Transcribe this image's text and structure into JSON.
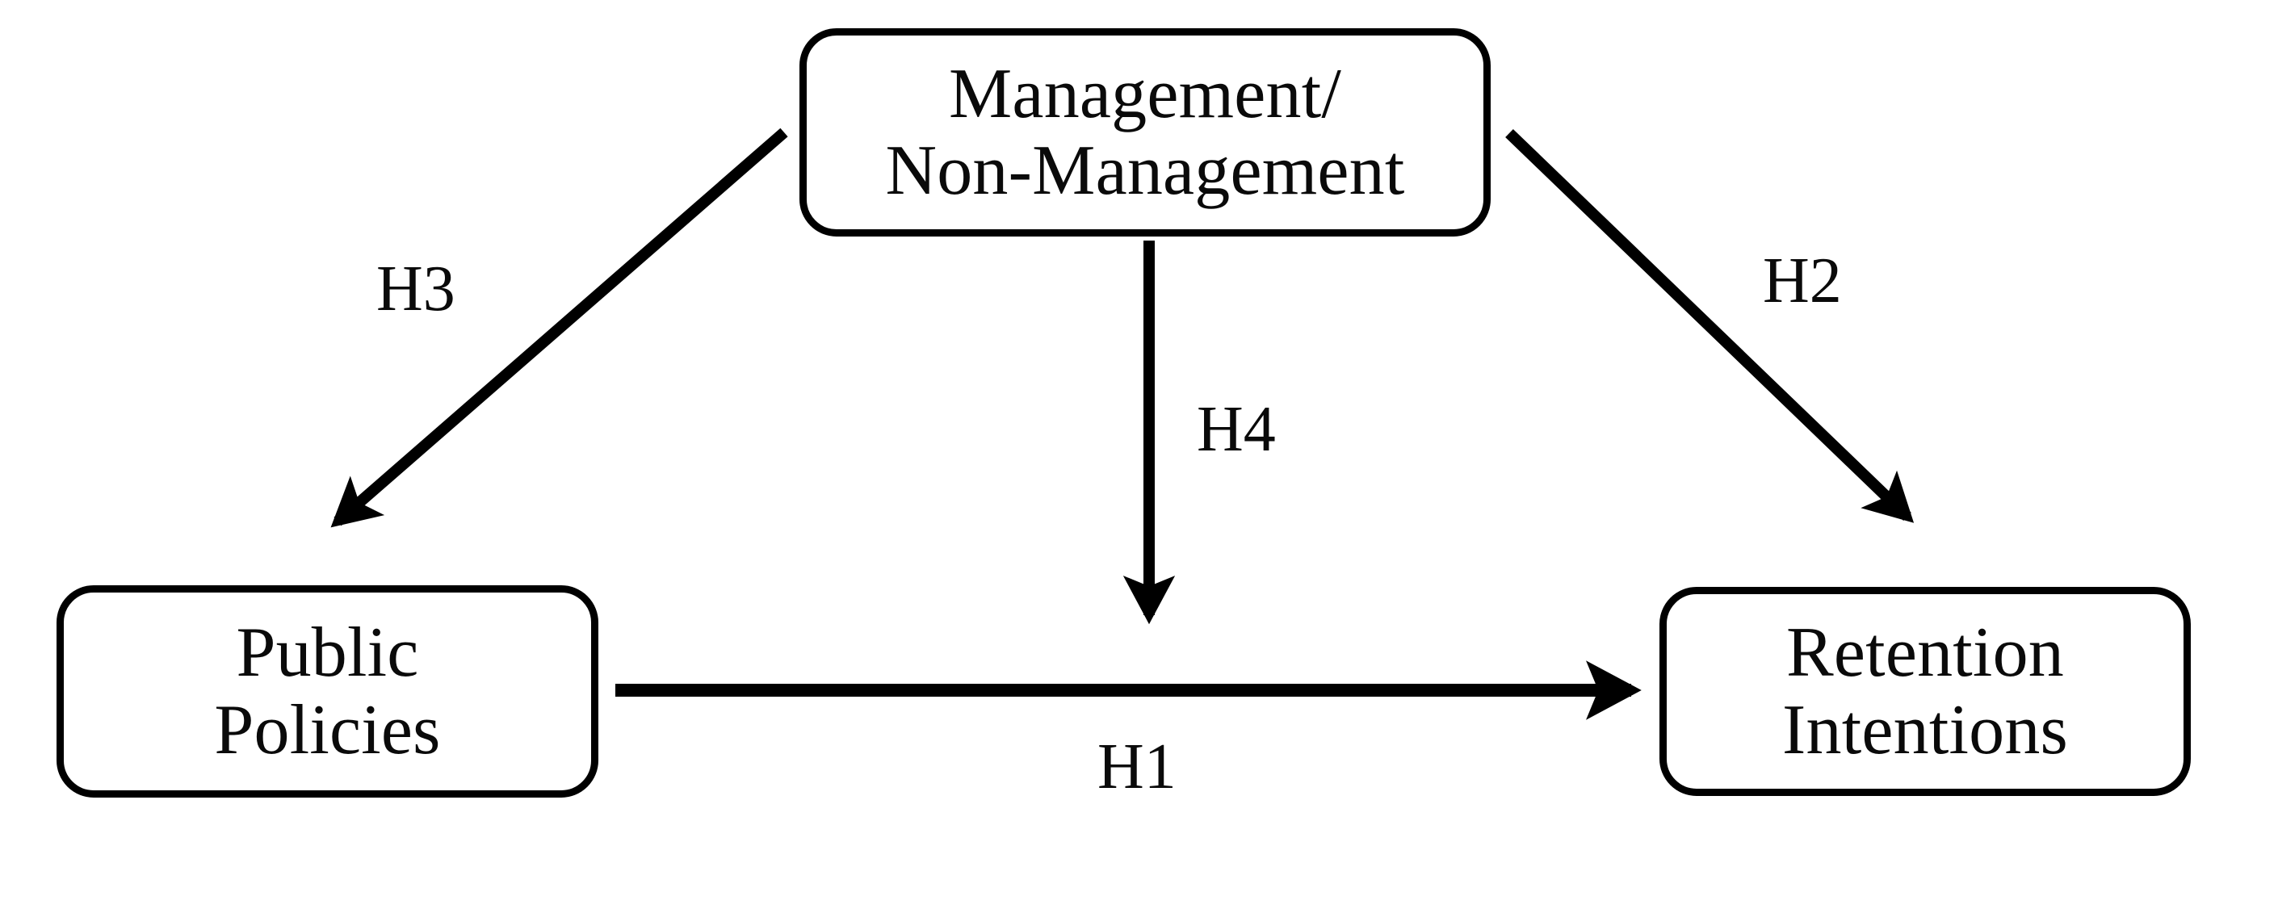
{
  "diagram": {
    "type": "conceptual-research-model",
    "background_color": "#ffffff",
    "stroke_color": "#000000",
    "text_color": "#0a0a0a",
    "nodes": [
      {
        "id": "management",
        "lines": [
          "Management/",
          "Non-Management"
        ],
        "line1": "Management/",
        "line2": "Non-Management",
        "shape": "rounded-rectangle"
      },
      {
        "id": "public-policies",
        "lines": [
          "Public",
          "Policies"
        ],
        "line1": "Public",
        "line2": "Policies",
        "shape": "rounded-rectangle"
      },
      {
        "id": "retention-intentions",
        "lines": [
          "Retention",
          "Intentions"
        ],
        "line1": "Retention",
        "line2": "Intentions",
        "shape": "rounded-rectangle"
      }
    ],
    "edges": [
      {
        "id": "h1",
        "label": "H1",
        "from": "public-policies",
        "to": "retention-intentions",
        "direction": "horizontal-right"
      },
      {
        "id": "h2",
        "label": "H2",
        "from": "management",
        "to": "retention-intentions",
        "direction": "diagonal-down-right"
      },
      {
        "id": "h3",
        "label": "H3",
        "from": "management",
        "to": "public-policies",
        "direction": "diagonal-down-left"
      },
      {
        "id": "h4",
        "label": "H4",
        "from": "management",
        "to": "h1-path",
        "direction": "vertical-down"
      }
    ]
  }
}
